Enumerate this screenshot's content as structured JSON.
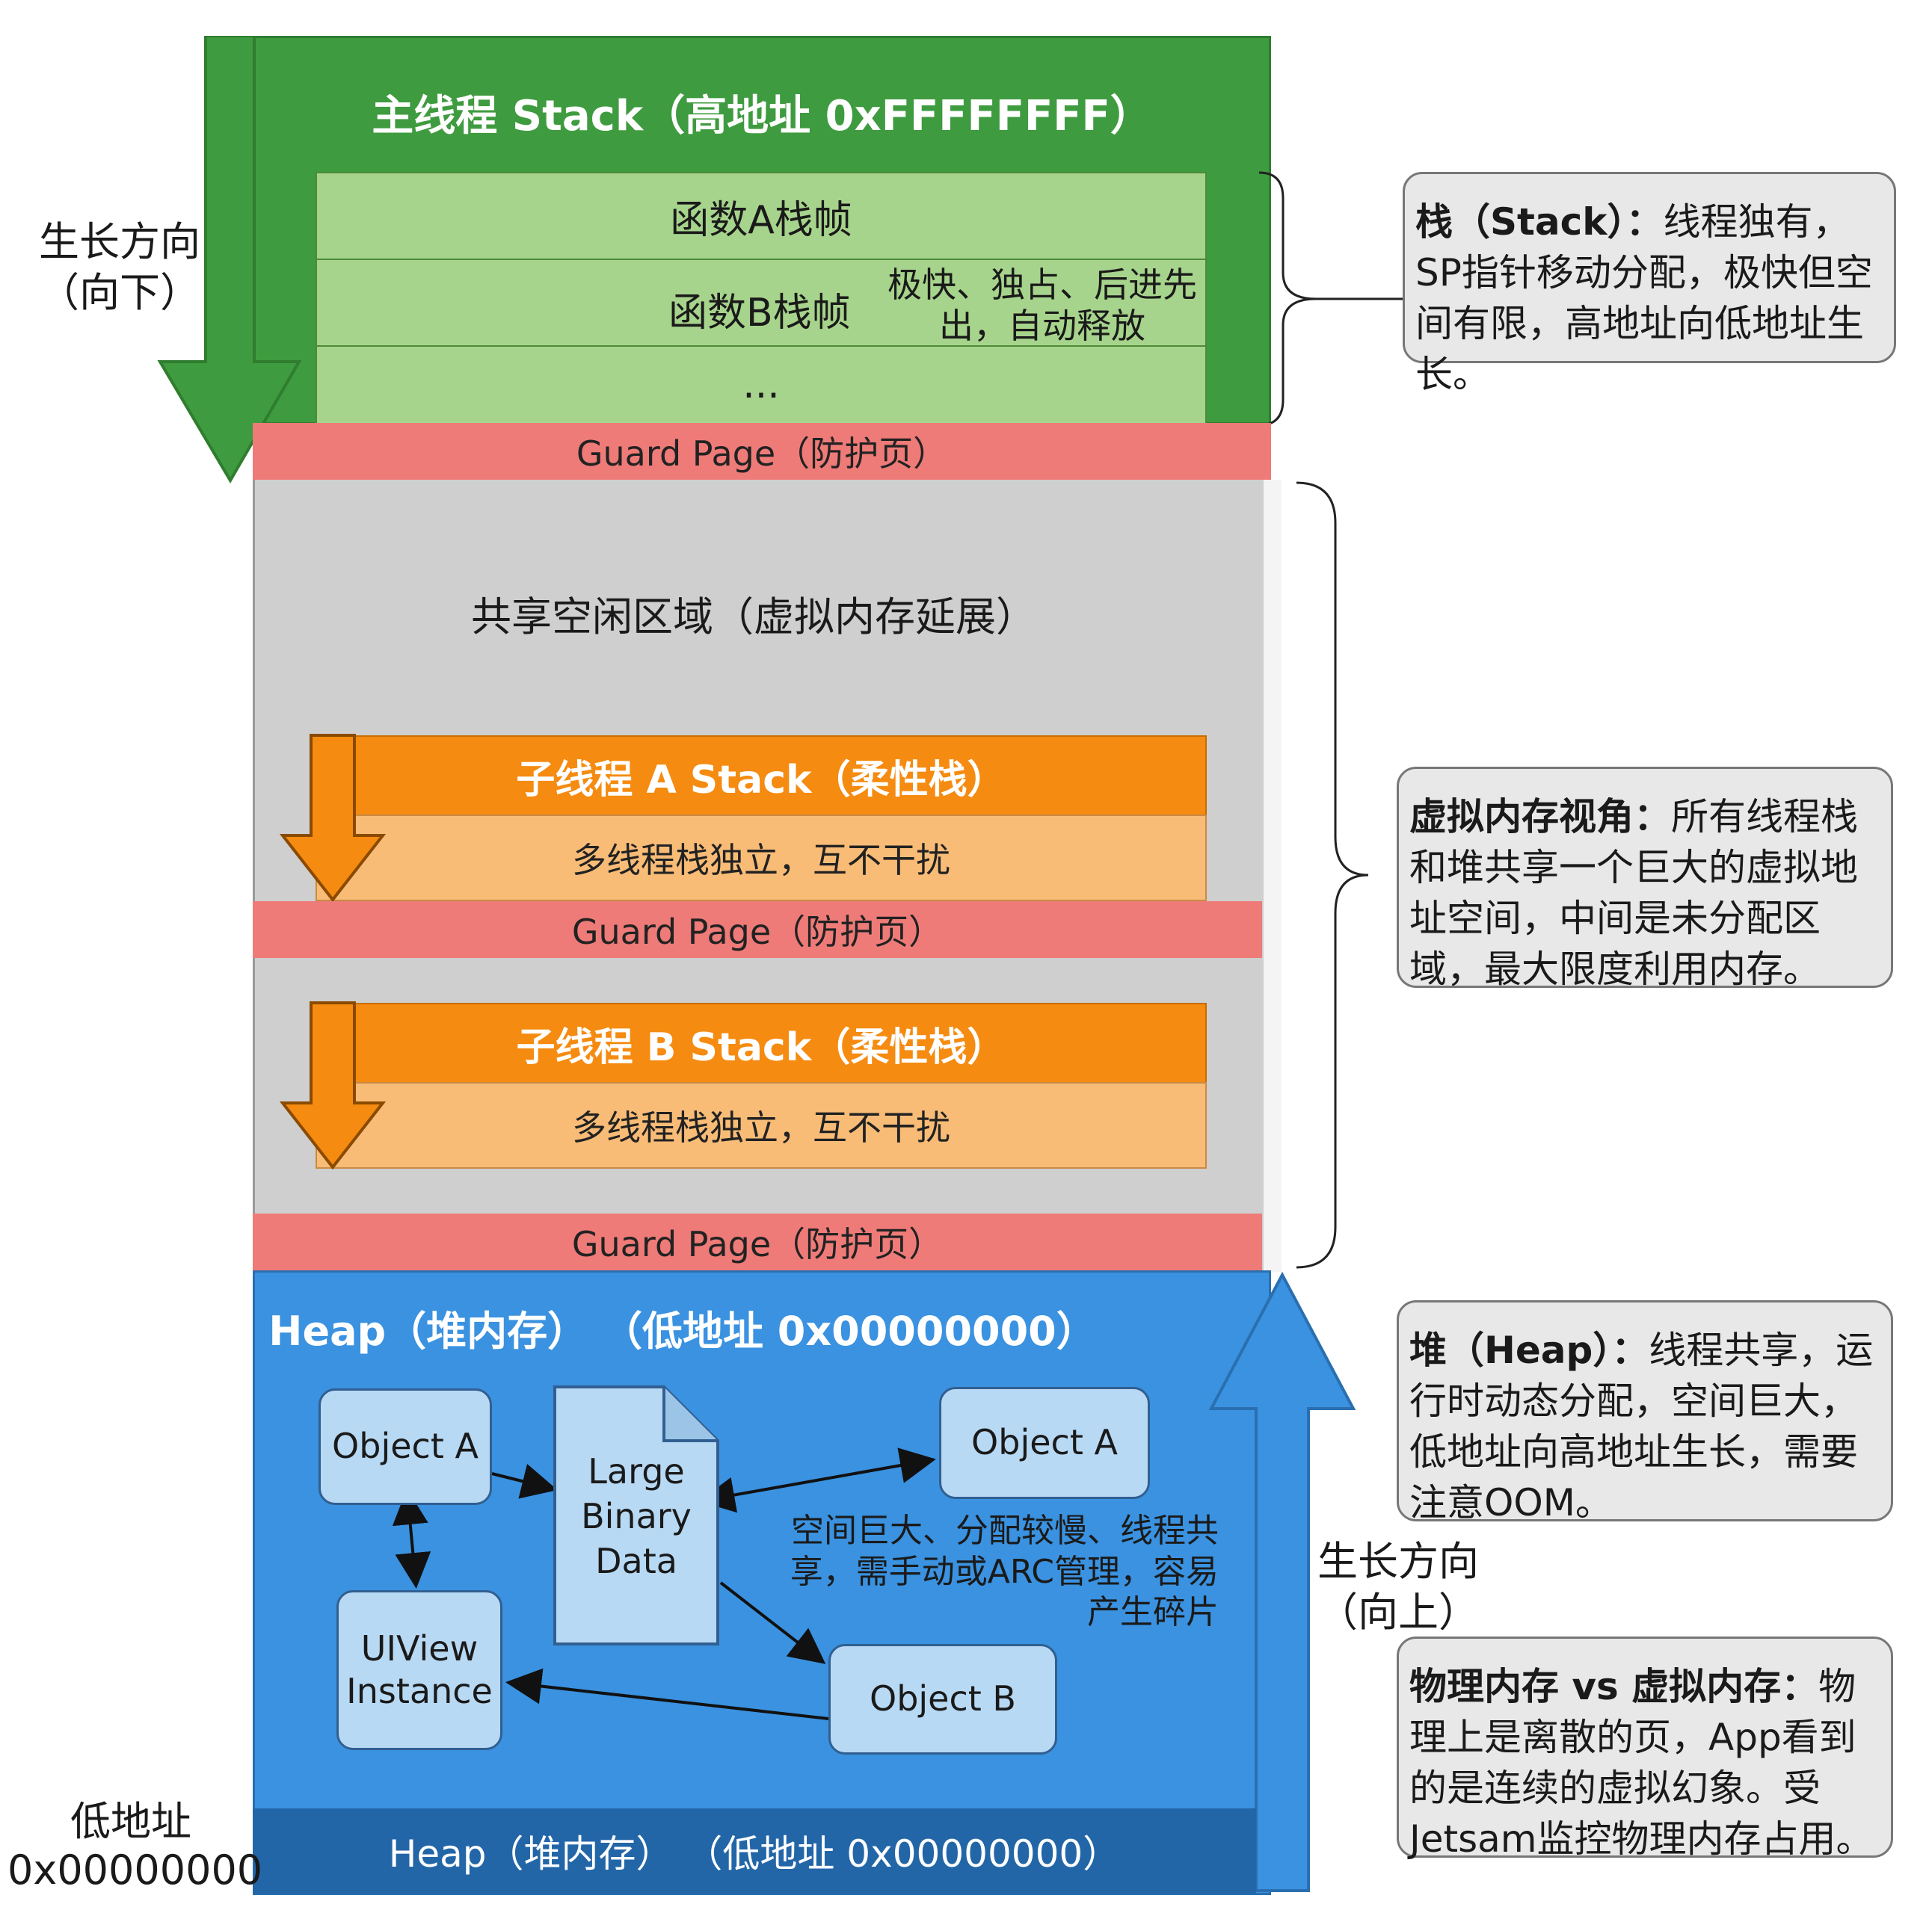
{
  "left_labels": {
    "growth_down_line1": "生长方向",
    "growth_down_line2": "（向下）",
    "low_addr_line1": "低地址",
    "low_addr_line2": "0x00000000"
  },
  "main_stack": {
    "title": "主线程 Stack（高地址 0xFFFFFFFF）",
    "frame_a": "函数A栈帧",
    "frame_b": "函数B栈帧",
    "frame_b_note": "极快、独占、后进先出，自动释放",
    "frame_more": "..."
  },
  "guard_page_label": "Guard Page（防护页）",
  "shared_area": {
    "label": "共享空闲区域（虚拟内存延展）"
  },
  "thread_stacks": [
    {
      "title": "子线程 A Stack（柔性栈）",
      "body": "多线程栈独立，互不干扰"
    },
    {
      "title": "子线程 B Stack（柔性栈）",
      "body": "多线程栈独立，互不干扰"
    }
  ],
  "heap": {
    "title": "Heap（堆内存） （低地址 0x00000000）",
    "bottom_label": "Heap（堆内存） （低地址 0x00000000）",
    "objects": {
      "object_a_left": "Object A",
      "object_a_right": "Object A",
      "uiview": "UIView Instance",
      "object_b": "Object B",
      "large_binary": "Large Binary Data"
    },
    "note": "空间巨大、分配较慢、线程共享，需手动或ARC管理，容易产生碎片"
  },
  "right_labels": {
    "growth_up_line1": "生长方向",
    "growth_up_line2": "（向上）"
  },
  "notes": {
    "stack": {
      "title": "栈（Stack）：",
      "body": "线程独有，SP指针移动分配，极快但空间有限，高地址向低地址生长。"
    },
    "virtual": {
      "title": "虚拟内存视角：",
      "body": "所有线程栈和堆共享一个巨大的虚拟地址空间，中间是未分配区域，最大限度利用内存。"
    },
    "heap": {
      "title": "堆（Heap）：",
      "body": "线程共享，运行时动态分配，空间巨大，低地址向高地址生长，需要注意OOM。"
    },
    "physical": {
      "title": "物理内存 vs 虚拟内存：",
      "body": "物理上是离散的页，App看到的是连续的虚拟幻象。受Jetsam监控物理内存占用。"
    }
  },
  "colors": {
    "stack_green": "#3f9b3f",
    "frame_green": "#a7d48c",
    "guard_red": "#ee7b78",
    "shared_gray": "#cfcfcf",
    "thread_orange": "#f58b10",
    "heap_blue": "#3a92e0",
    "heap_dark": "#2366a8"
  }
}
